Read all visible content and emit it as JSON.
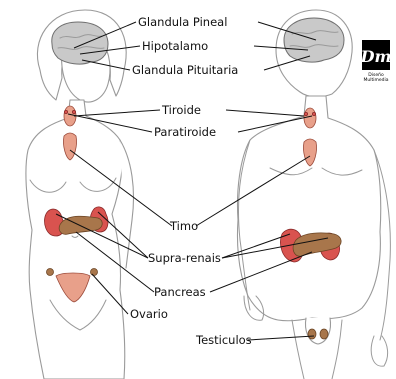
{
  "labels": {
    "pineal": "Glandula Pineal",
    "hypothalamus": "Hipotalamo",
    "pituitary": "Glandula Pituitaria",
    "thyroid": "Tiroide",
    "parathyroid": "Paratiroide",
    "thymus": "Timo",
    "adrenals": "Supra-renais",
    "pancreas": "Pancreas",
    "ovary": "Ovario",
    "testicles": "Testiculos"
  },
  "logo": {
    "mark": "Dm",
    "caption_1": "Diseño",
    "caption_2": "Multimedia"
  },
  "colors": {
    "gland": "#d9534f",
    "pancreas": "#a8764b",
    "brain": "#c9c9c9",
    "outline": "#9a9a9a"
  }
}
